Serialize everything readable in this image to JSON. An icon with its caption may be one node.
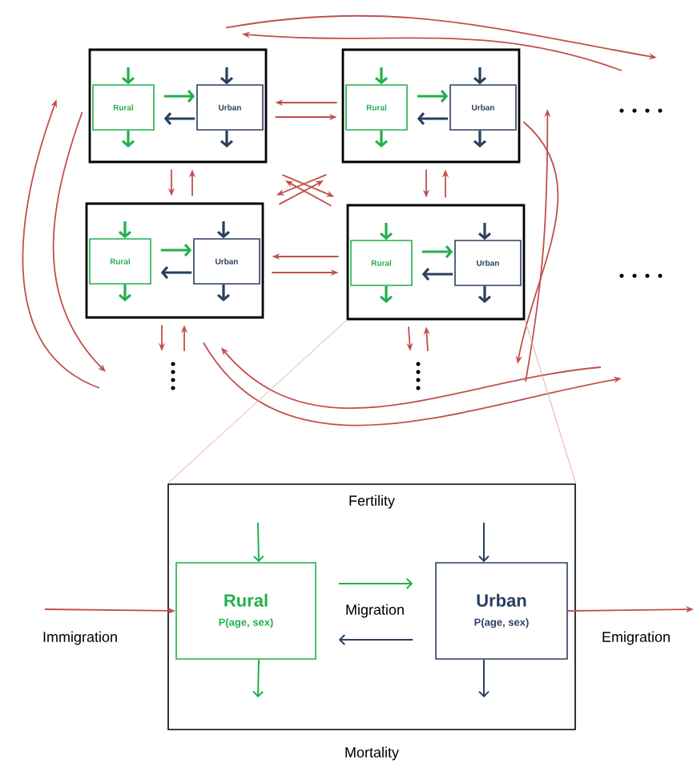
{
  "diagram": {
    "nodes": [
      {
        "text": [],
        "shape": "box"
      },
      {
        "text": [
          "Rural"
        ],
        "in": 0
      },
      {
        "text": [
          "Urban"
        ],
        "in": 0
      },
      {
        "text": [],
        "shape": "box"
      },
      {
        "text": [
          "Rural"
        ],
        "in": 3
      },
      {
        "text": [
          "Urban"
        ],
        "in": 3
      },
      {
        "text": [],
        "shape": "box"
      },
      {
        "text": [
          "Rural"
        ],
        "in": 6
      },
      {
        "text": [
          "Urban"
        ],
        "in": 6
      },
      {
        "text": [],
        "shape": "box"
      },
      {
        "text": [
          "Rural"
        ],
        "in": 9
      },
      {
        "text": [
          "Urban"
        ],
        "in": 9
      },
      {
        "text": [],
        "shape": "box"
      },
      {
        "text": [
          "Rural",
          "P(age, sex)"
        ],
        "in": 12
      },
      {
        "text": [
          "Urban",
          "P(age, sex)"
        ],
        "in": 12
      }
    ],
    "edges": [
      {
        "from": null,
        "to": 1,
        "arrow": "to",
        "color": "#22b04c"
      },
      {
        "from": 1,
        "to": null,
        "arrow": "to",
        "color": "#22b04c"
      },
      {
        "from": null,
        "to": 2,
        "arrow": "to",
        "color": "#2a3f5f"
      },
      {
        "from": 2,
        "to": null,
        "arrow": "to",
        "color": "#2a3f5f"
      },
      {
        "from": 1,
        "to": 2,
        "arrow": "to",
        "color": "#22b04c"
      },
      {
        "from": 2,
        "to": 1,
        "arrow": "to",
        "color": "#2a3f5f"
      },
      {
        "from": null,
        "to": 4,
        "arrow": "to",
        "color": "#22b04c"
      },
      {
        "from": 4,
        "to": null,
        "arrow": "to",
        "color": "#22b04c"
      },
      {
        "from": null,
        "to": 5,
        "arrow": "to",
        "color": "#2a3f5f"
      },
      {
        "from": 5,
        "to": null,
        "arrow": "to",
        "color": "#2a3f5f"
      },
      {
        "from": 4,
        "to": 5,
        "arrow": "to",
        "color": "#22b04c"
      },
      {
        "from": 5,
        "to": 4,
        "arrow": "to",
        "color": "#2a3f5f"
      },
      {
        "from": null,
        "to": 7,
        "arrow": "to",
        "color": "#22b04c"
      },
      {
        "from": 7,
        "to": null,
        "arrow": "to",
        "color": "#22b04c"
      },
      {
        "from": null,
        "to": 8,
        "arrow": "to",
        "color": "#2a3f5f"
      },
      {
        "from": 8,
        "to": null,
        "arrow": "to",
        "color": "#2a3f5f"
      },
      {
        "from": 7,
        "to": 8,
        "arrow": "to",
        "color": "#22b04c"
      },
      {
        "from": 8,
        "to": 7,
        "arrow": "to",
        "color": "#2a3f5f"
      },
      {
        "from": null,
        "to": 10,
        "arrow": "to",
        "color": "#22b04c"
      },
      {
        "from": 10,
        "to": null,
        "arrow": "to",
        "color": "#22b04c"
      },
      {
        "from": null,
        "to": 11,
        "arrow": "to",
        "color": "#2a3f5f"
      },
      {
        "from": 11,
        "to": null,
        "arrow": "to",
        "color": "#2a3f5f"
      },
      {
        "from": 10,
        "to": 11,
        "arrow": "to",
        "color": "#22b04c"
      },
      {
        "from": 11,
        "to": 10,
        "arrow": "to",
        "color": "#2a3f5f"
      },
      {
        "from": null,
        "to": 13,
        "arrow": "to",
        "label": "Immigration"
      },
      {
        "from": null,
        "to": 13,
        "arrow": "to",
        "color": "#22b04c"
      },
      {
        "from": 13,
        "to": null,
        "arrow": "to",
        "color": "#22b04c"
      },
      {
        "from": null,
        "to": 14,
        "arrow": "to",
        "color": "#2a3f5f"
      },
      {
        "from": 14,
        "to": null,
        "arrow": "to",
        "color": "#2a3f5f"
      },
      {
        "from": 13,
        "to": 14,
        "arrow": "to",
        "color": "#22b04c",
        "label": "Migration"
      },
      {
        "from": 14,
        "to": 13,
        "arrow": "to",
        "color": "#2a3f5f"
      },
      {
        "from": 14,
        "to": null,
        "arrow": "to",
        "label": "Emigration"
      },
      {
        "from": 3,
        "to": 0,
        "arrow": "to"
      },
      {
        "from": 0,
        "to": 3,
        "arrow": "to"
      },
      {
        "from": 0,
        "to": 6,
        "arrow": "to"
      },
      {
        "from": 6,
        "to": 0,
        "arrow": "to"
      },
      {
        "from": 3,
        "to": 9,
        "arrow": "to"
      },
      {
        "from": 9,
        "to": 3,
        "arrow": "to"
      },
      {
        "from": 9,
        "to": 6,
        "arrow": "to"
      },
      {
        "from": 6,
        "to": 9,
        "arrow": "to"
      },
      {
        "from": 0,
        "to": 9,
        "arrow": "to"
      },
      {
        "from": 9,
        "to": 0,
        "arrow": "to"
      },
      {
        "from": 3,
        "to": 6,
        "arrow": "to"
      },
      {
        "from": 6,
        "to": 3,
        "arrow": "to"
      },
      {
        "from": 0,
        "to": null,
        "arrow": "to"
      },
      {
        "from": null,
        "to": 0,
        "arrow": "to"
      },
      {
        "from": 6,
        "to": null,
        "arrow": "to"
      },
      {
        "from": null,
        "to": 6,
        "arrow": "to"
      },
      {
        "from": 3,
        "to": null,
        "arrow": "to"
      },
      {
        "from": null,
        "to": 3,
        "arrow": "to"
      },
      {
        "from": 0,
        "to": null,
        "arrow": "to"
      },
      {
        "from": null,
        "to": 0,
        "arrow": "to"
      },
      {
        "from": 6,
        "to": null,
        "arrow": "to"
      },
      {
        "from": null,
        "to": 6,
        "arrow": "to"
      },
      {
        "from": 9,
        "to": null,
        "arrow": "to"
      },
      {
        "from": null,
        "to": 9,
        "arrow": "to"
      },
      {
        "from": 9,
        "to": 12,
        "arrow": "none",
        "color": "#e8aaaa"
      },
      {
        "from": 9,
        "to": 12,
        "arrow": "none",
        "color": "#e8aaaa"
      }
    ],
    "labels": [
      "Fertility",
      "Mortality"
    ]
  }
}
